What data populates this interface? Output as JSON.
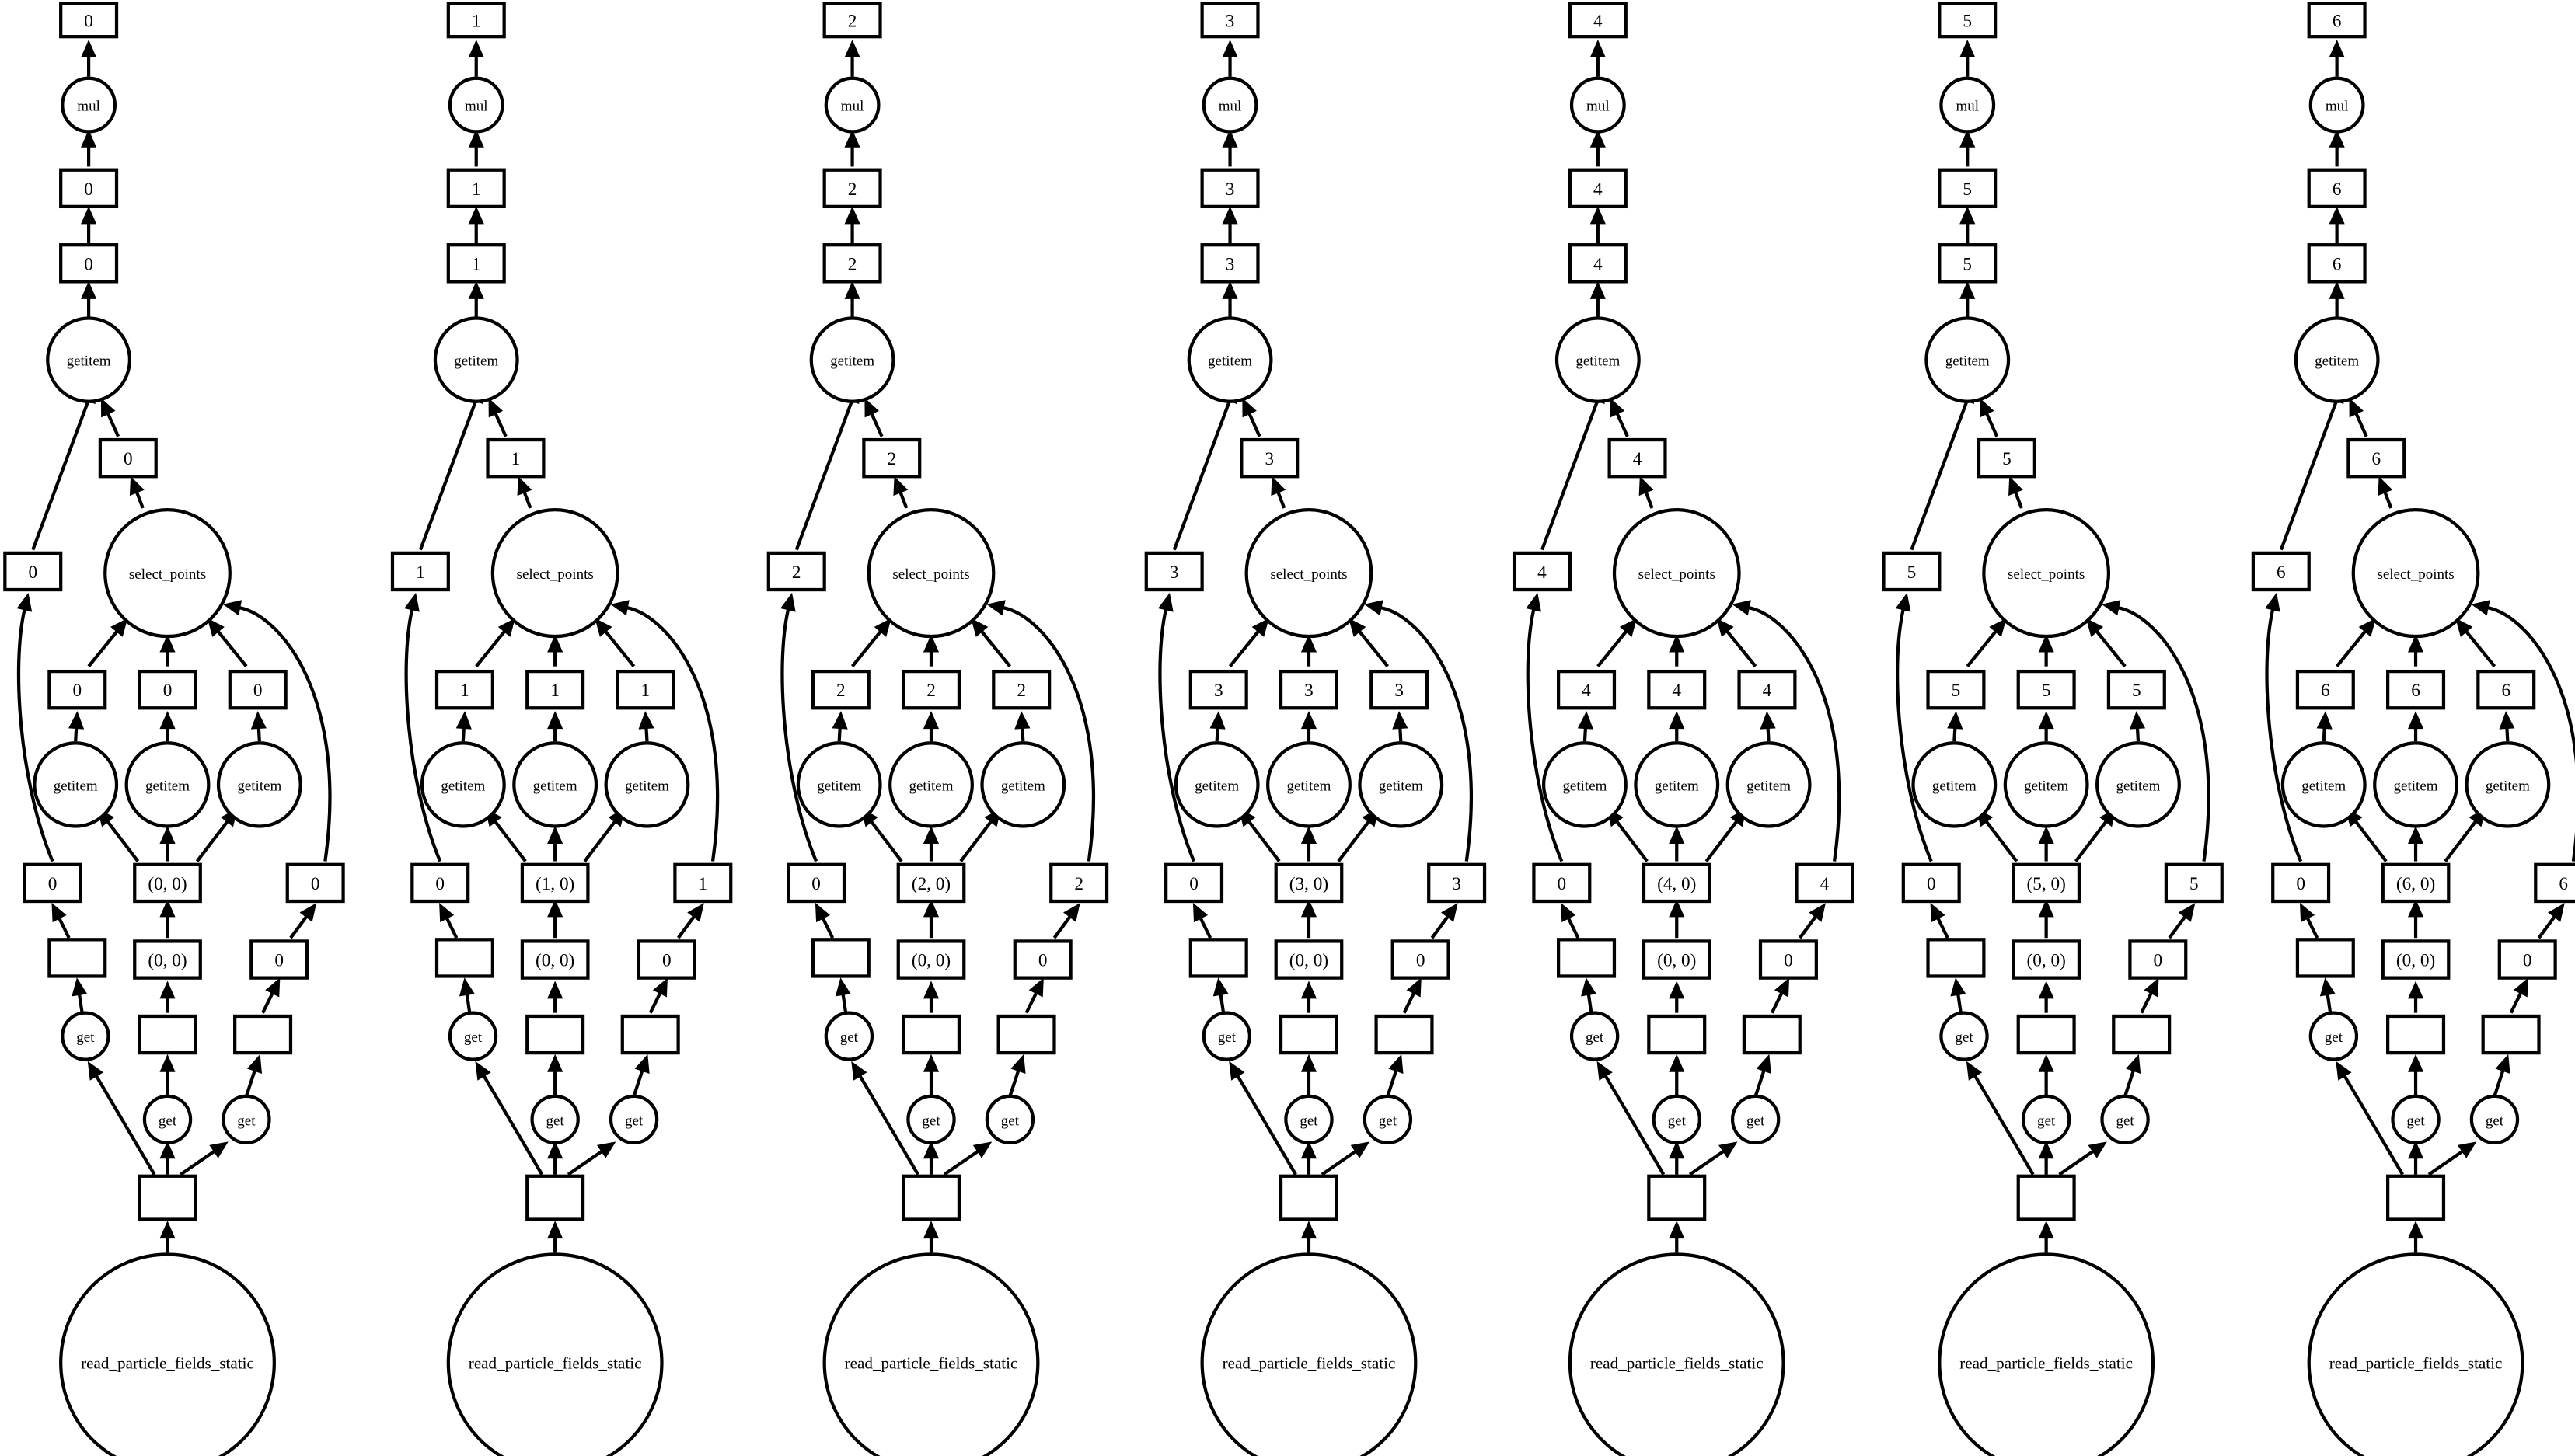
{
  "graph": {
    "direction": "bottom-to-top",
    "stroke_color": "#000000",
    "background": "#ffffff",
    "node_label_template": {
      "source": "read_particle_fields_static",
      "empty_box": "",
      "get": "get",
      "box_left_get": "",
      "box_inner": "(0, 0)",
      "box_right": "0",
      "getitem_small": "getitem",
      "select_points": "select_points",
      "getitem_main": "getitem",
      "mul": "mul"
    },
    "columns": [
      {
        "index": "0",
        "tuple": "(0, 0)",
        "mid_left": "0",
        "mid_right": "0",
        "inner": "(0, 0)",
        "low_right": "0"
      },
      {
        "index": "1",
        "tuple": "(1, 0)",
        "mid_left": "0",
        "mid_right": "1",
        "inner": "(0, 0)",
        "low_right": "0"
      },
      {
        "index": "2",
        "tuple": "(2, 0)",
        "mid_left": "0",
        "mid_right": "2",
        "inner": "(0, 0)",
        "low_right": "0"
      },
      {
        "index": "3",
        "tuple": "(3, 0)",
        "mid_left": "0",
        "mid_right": "3",
        "inner": "(0, 0)",
        "low_right": "0"
      },
      {
        "index": "4",
        "tuple": "(4, 0)",
        "mid_left": "0",
        "mid_right": "4",
        "inner": "(0, 0)",
        "low_right": "0"
      },
      {
        "index": "5",
        "tuple": "(5, 0)",
        "mid_left": "0",
        "mid_right": "5",
        "inner": "(0, 0)",
        "low_right": "0"
      },
      {
        "index": "6",
        "tuple": "(6, 0)",
        "mid_left": "0",
        "mid_right": "6",
        "inner": "(0, 0)",
        "low_right": "0"
      }
    ]
  }
}
